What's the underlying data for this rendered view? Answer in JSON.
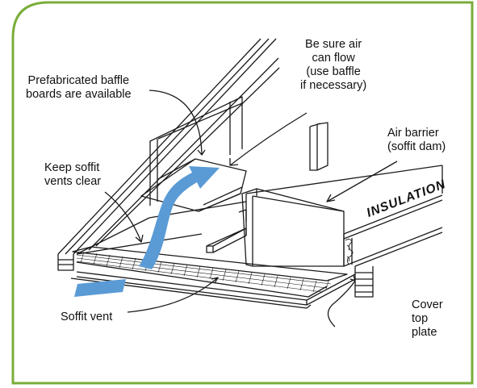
{
  "colors": {
    "frame_border": "#7aad3a",
    "airflow_arrow": "#5b9bd5",
    "line": "#1a1a1a"
  },
  "labels": {
    "baffle_boards": [
      "Prefabricated baffle",
      "boards are available"
    ],
    "air_flow": [
      "Be sure air",
      "can flow",
      "(use baffle",
      "if necessary)"
    ],
    "air_barrier": [
      "Air barrier",
      "(soffit dam)"
    ],
    "soffit_clear": [
      "Keep soffit",
      "vents clear"
    ],
    "insulation": "INSULATION",
    "soffit_vent": "Soffit vent",
    "cover_plate": [
      "Cover",
      "top",
      "plate"
    ]
  }
}
